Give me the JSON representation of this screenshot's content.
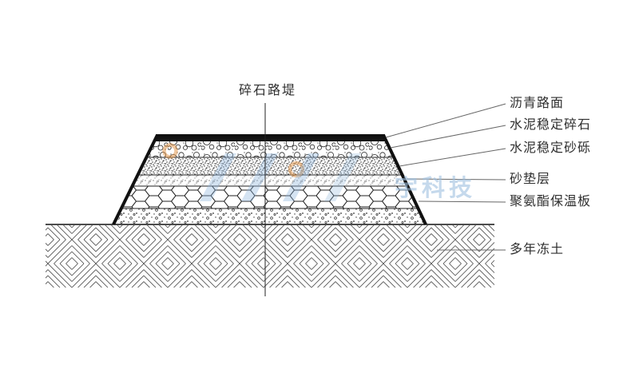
{
  "title": "碎石路堤",
  "labels": [
    {
      "id": "asphalt",
      "text": "沥青路面"
    },
    {
      "id": "cement-macadam",
      "text": "水泥稳定碎石"
    },
    {
      "id": "cement-gravel",
      "text": "水泥稳定砂砾"
    },
    {
      "id": "sand-cushion",
      "text": "砂垫层"
    },
    {
      "id": "insulation",
      "text": "聚氨酯保温板"
    },
    {
      "id": "permafrost",
      "text": "多年冻土"
    }
  ],
  "watermark": {
    "text": "宇科技",
    "color": "#9fc0e0"
  },
  "colors": {
    "background": "#ffffff",
    "line": "#1a1a1a",
    "label_text": "#2f2f2f",
    "watermark_blue": "#8fb6dc",
    "watermark_orange": "#e09040"
  }
}
